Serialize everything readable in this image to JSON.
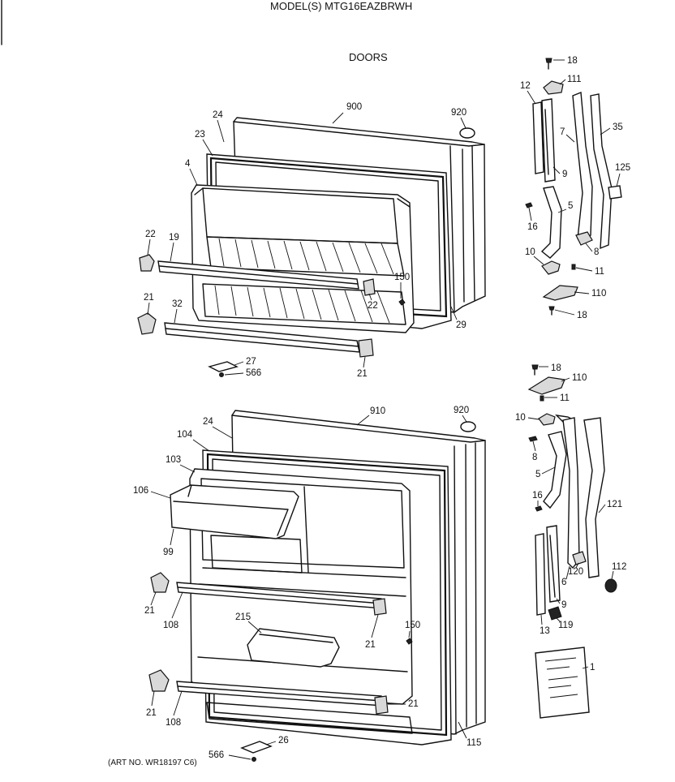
{
  "header": {
    "model_title": "MODEL(S) MTG16EAZBRWH",
    "section_title": "DOORS",
    "art_number": "(ART NO. WR18197 C6)"
  },
  "callouts": {
    "c900": "900",
    "c920a": "920",
    "c24a": "24",
    "c23": "23",
    "c4": "4",
    "c22a": "22",
    "c19": "19",
    "c21a": "21",
    "c32": "32",
    "c22b": "22",
    "c150a": "150",
    "c29": "29",
    "c27": "27",
    "c566a": "566",
    "c21b": "21",
    "c18a": "18",
    "c111": "111",
    "c12": "12",
    "c7": "7",
    "c35": "35",
    "c9a": "9",
    "c125": "125",
    "c5a": "5",
    "c16a": "16",
    "c8a": "8",
    "c10a": "10",
    "c11a": "11",
    "c110a": "110",
    "c18b": "18",
    "c910": "910",
    "c920b": "920",
    "c24b": "24",
    "c104": "104",
    "c103": "103",
    "c106": "106",
    "c99": "99",
    "c21c": "21",
    "c108a": "108",
    "c215": "215",
    "c21d": "21",
    "c150b": "150",
    "c21e": "21",
    "c21f": "21",
    "c108b": "108",
    "c566b": "566",
    "c26": "26",
    "c115": "115",
    "c18c": "18",
    "c110b": "110",
    "c11b": "11",
    "c10b": "10",
    "c8b": "8",
    "c5b": "5",
    "c16b": "16",
    "c121": "121",
    "c120": "120",
    "c112": "112",
    "c6": "6",
    "c9b": "9",
    "c13": "13",
    "c119": "119",
    "c1": "1"
  }
}
